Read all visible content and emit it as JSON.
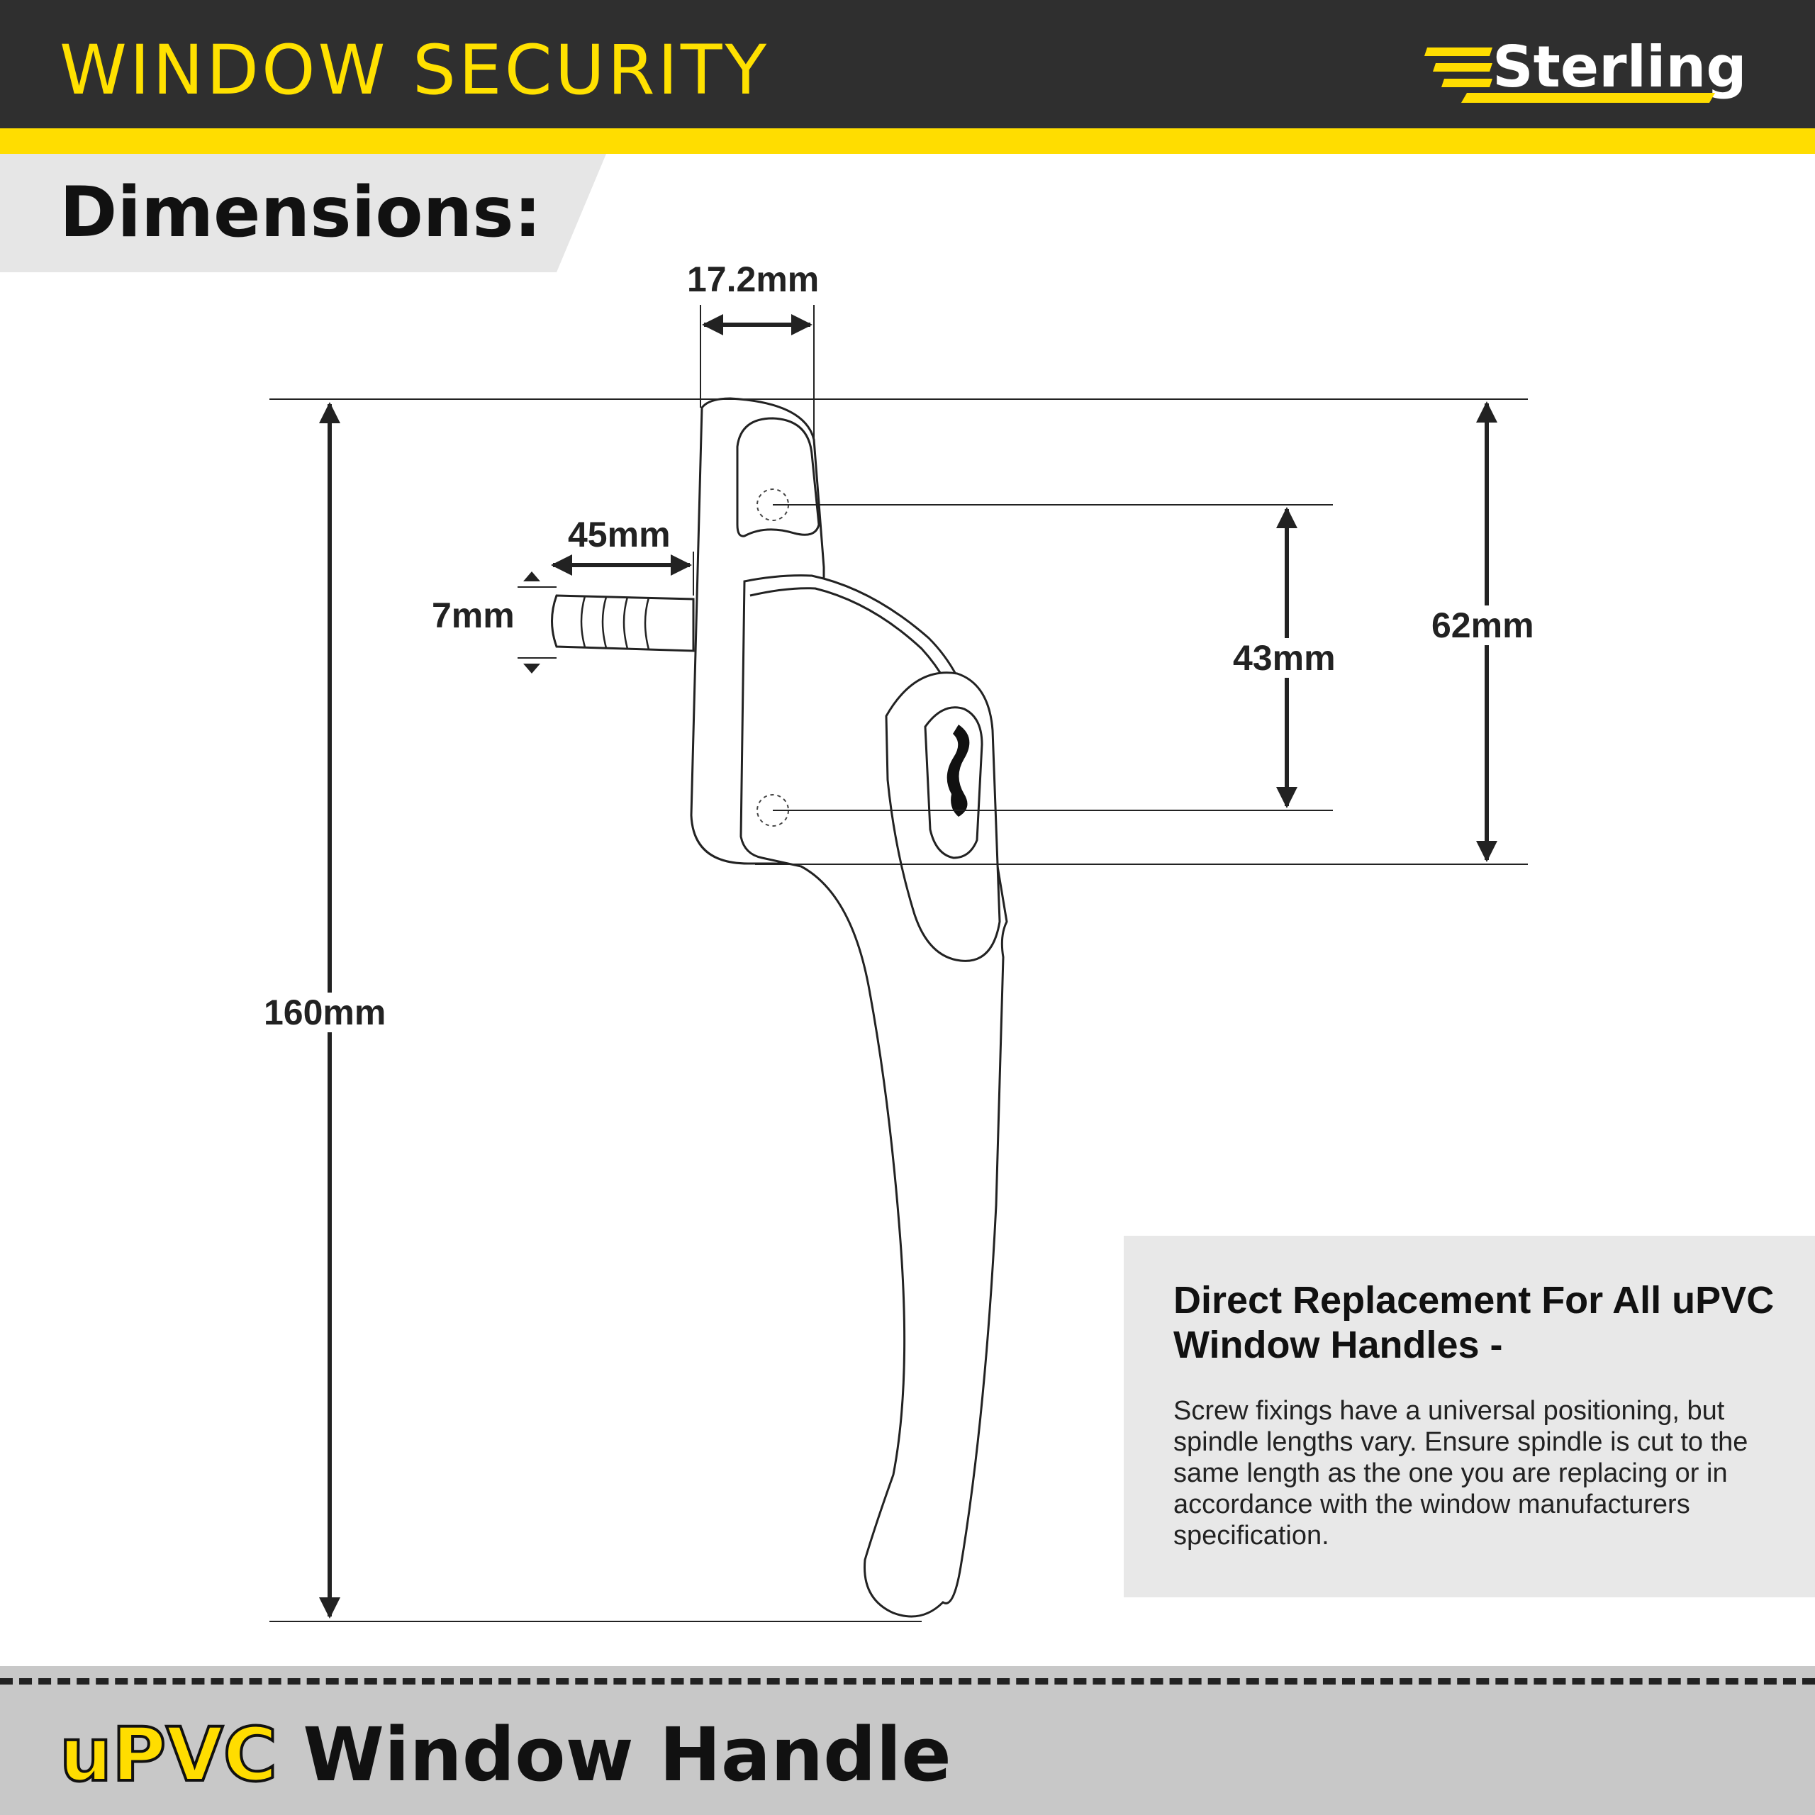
{
  "header": {
    "title": "WINDOW SECURITY",
    "brand": "Sterling",
    "brand_logo_icon": "speed-lines-icon",
    "colors": {
      "bar": "#2f2f2f",
      "accent": "#ffdd00",
      "brand_text": "#ffffff"
    }
  },
  "section": {
    "title": "Dimensions:"
  },
  "dimensions": {
    "width_top": "17.2mm",
    "spindle_length": "45mm",
    "spindle_size": "7mm",
    "screw_centres": "43mm",
    "backplate_height": "62mm",
    "overall_height": "160mm"
  },
  "info_box": {
    "heading": "Direct Replacement For All uPVC Window Handles -",
    "body": "Screw fixings have a universal positioning, but spindle lengths vary. Ensure spindle is cut to the same length as the one you are replacing or in accordance with the window manufacturers specification."
  },
  "footer": {
    "title_accent": "uPVC",
    "title_rest": " Window Handle"
  }
}
